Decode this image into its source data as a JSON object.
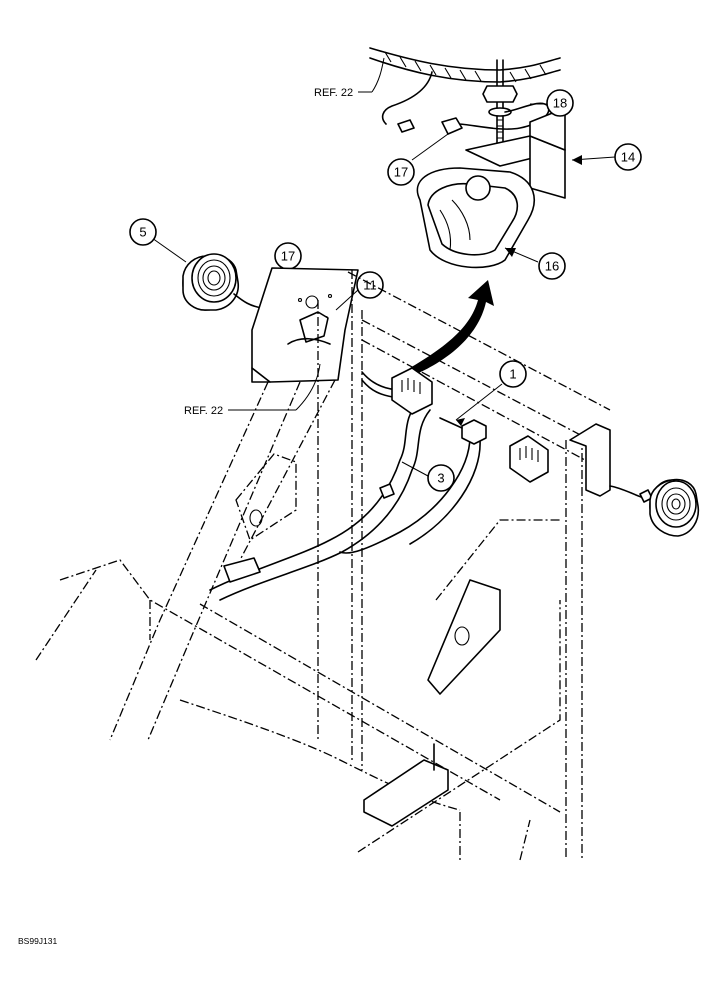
{
  "callouts": {
    "c1": "1",
    "c3": "3",
    "c5": "5",
    "c11": "11",
    "c14": "14",
    "c16": "16",
    "c17_top": "17",
    "c17_left": "17",
    "c18": "18"
  },
  "references": {
    "ref_top": "REF. 22",
    "ref_left": "REF. 22"
  },
  "drawing_code": "BS99J131"
}
